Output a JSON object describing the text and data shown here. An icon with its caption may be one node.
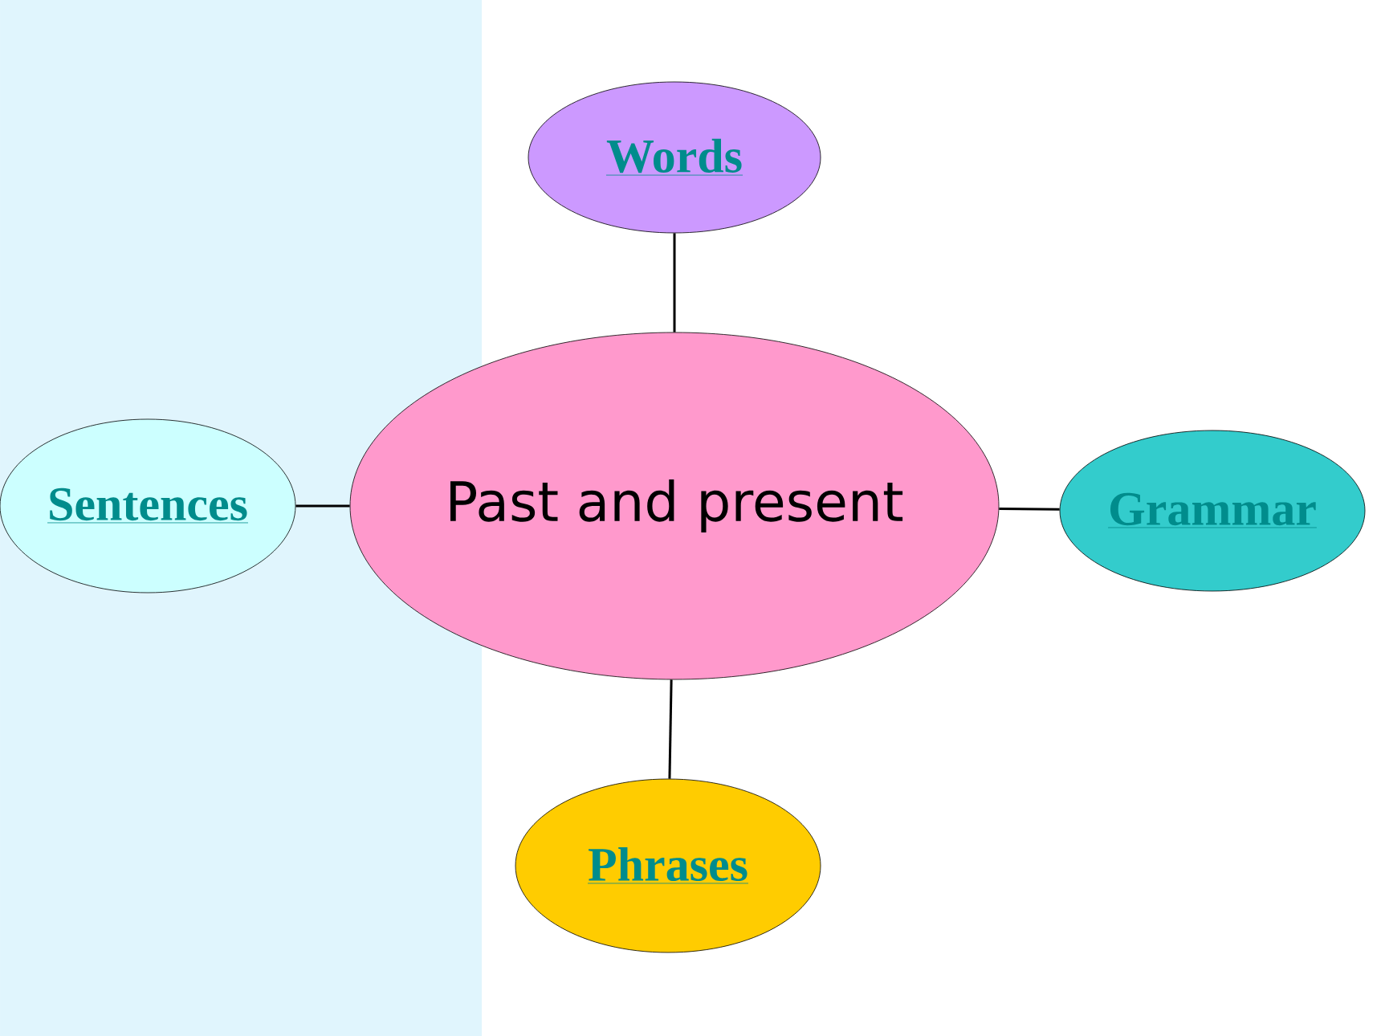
{
  "diagram": {
    "nodes": [
      {
        "text": [
          "Past and present"
        ]
      },
      {
        "text": [
          "Words"
        ]
      },
      {
        "text": [
          "Sentences"
        ]
      },
      {
        "text": [
          "Grammar"
        ]
      },
      {
        "text": [
          "Phrases"
        ]
      }
    ],
    "edges": [
      {
        "from": 0,
        "to": 1,
        "arrow": "none"
      },
      {
        "from": 0,
        "to": 2,
        "arrow": "none"
      },
      {
        "from": 0,
        "to": 3,
        "arrow": "none"
      },
      {
        "from": 0,
        "to": 4,
        "arrow": "none"
      }
    ]
  }
}
